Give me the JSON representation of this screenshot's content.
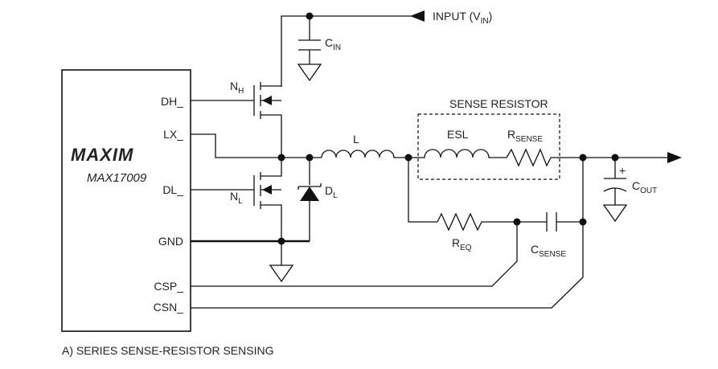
{
  "ic": {
    "logo": "MAXIM",
    "part_number": "MAX17009",
    "pins": [
      "DH_",
      "LX_",
      "DL_",
      "GND",
      "CSP_",
      "CSN_"
    ]
  },
  "input": {
    "label": "INPUT (V",
    "sub": "IN",
    "close": ")"
  },
  "cin": {
    "label": "C",
    "sub": "IN"
  },
  "nh": {
    "label": "N",
    "sub": "H"
  },
  "nl": {
    "label": "N",
    "sub": "L"
  },
  "dl": {
    "label": "D",
    "sub": "L"
  },
  "inductor": {
    "label": "L"
  },
  "sense_resistor": {
    "title": "SENSE RESISTOR",
    "esl": "ESL",
    "rsense": "R",
    "rsense_sub": "SENSE"
  },
  "req": {
    "label": "R",
    "sub": "EQ"
  },
  "csense": {
    "label": "C",
    "sub": "SENSE"
  },
  "cout": {
    "label": "C",
    "sub": "OUT",
    "plus": "+"
  },
  "caption": "A) SERIES SENSE-RESISTOR SENSING"
}
